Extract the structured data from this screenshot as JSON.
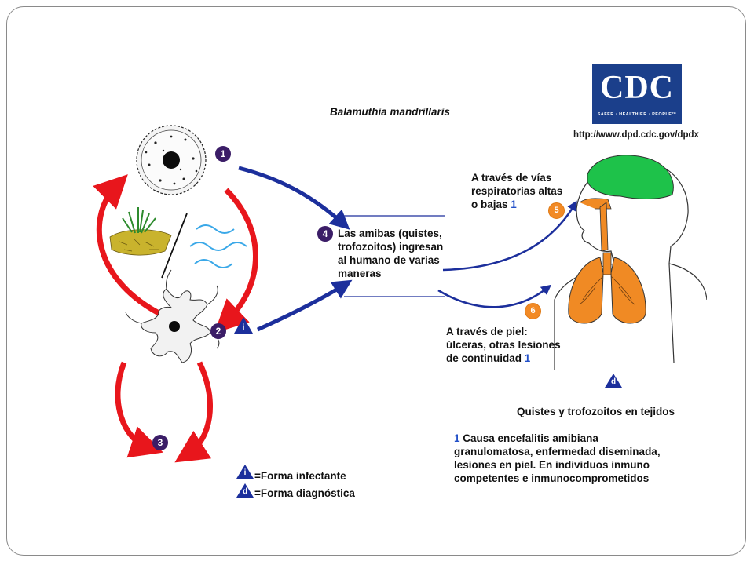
{
  "title": "Balamuthia mandrillaris",
  "cdc": {
    "letters": "CDC",
    "tagline": "SAFER · HEALTHIER · PEOPLE™",
    "url": "http://www.dpd.cdc.gov/dpdx"
  },
  "steps": {
    "s1": "1",
    "s2": "2",
    "s3": "3",
    "s4": "4",
    "s5": "5",
    "s6": "6"
  },
  "markers": {
    "infective": "i",
    "diagnostic": "d"
  },
  "central_text": [
    "Las amibas (quistes,",
    "trofozoitos) ingresan",
    "al humano de varias",
    "maneras"
  ],
  "route_5": {
    "lines": [
      "A través de vías",
      "respiratorias altas",
      "o bajas"
    ],
    "ref": "1"
  },
  "route_6": {
    "lines": [
      "A través de piel:",
      "úlceras, otras lesiones",
      "de continuidad"
    ],
    "ref": "1"
  },
  "tissue_label": "Quistes y trofozoitos en tejidos",
  "note": {
    "ref": "1",
    "lines": [
      " Causa encefalitis amibiana",
      "granulomatosa, enfermedad diseminada,",
      "lesiones en piel. En individuos inmuno",
      "competentes e inmunocomprometidos"
    ]
  },
  "legend": {
    "infective": "=Forma infectante",
    "diagnostic": "=Forma diagnóstica"
  },
  "colors": {
    "cycle_arrow": "#e8161c",
    "route_arrow": "#1c2f9c",
    "step_badge": "#3b1d67",
    "route_badge": "#f28a25",
    "brain": "#1ec24a",
    "lungs": "#f08a24",
    "cdc_blue": "#1b3f8b"
  }
}
